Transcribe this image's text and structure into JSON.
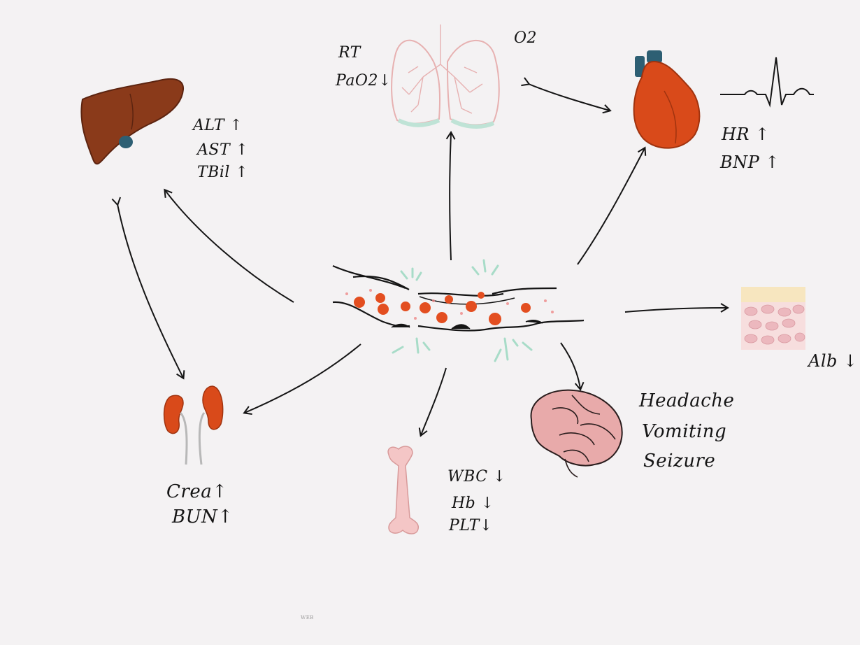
{
  "colors": {
    "background": "#f4f2f3",
    "ink": "#151515",
    "organ_red": "#d94a1a",
    "liver_brown": "#8a3a1a",
    "vessel_teal": "#2d5f73",
    "lung_pink": "#f0c8c8",
    "lung_mint": "#bfe3d6",
    "brain_pink": "#e8aaaa",
    "bone_pink": "#f4c6c6",
    "edema_mint": "#a8dcc8"
  },
  "labels": {
    "liver": [
      "ALT ↑",
      "AST ↑",
      "TBil ↑"
    ],
    "lung": [
      "RT",
      "PaO2↓"
    ],
    "oxygen": "O2",
    "heart": [
      "HR ↑",
      "BNP ↑"
    ],
    "albumin": "Alb ↓",
    "brain": [
      "Headache",
      "Vomiting",
      "Seizure"
    ],
    "bone_marrow": [
      "WBC ↓",
      "Hb ↓",
      "PLT↓"
    ],
    "kidney": [
      "Crea↑",
      "BUN↑"
    ],
    "footer": "WEB"
  }
}
